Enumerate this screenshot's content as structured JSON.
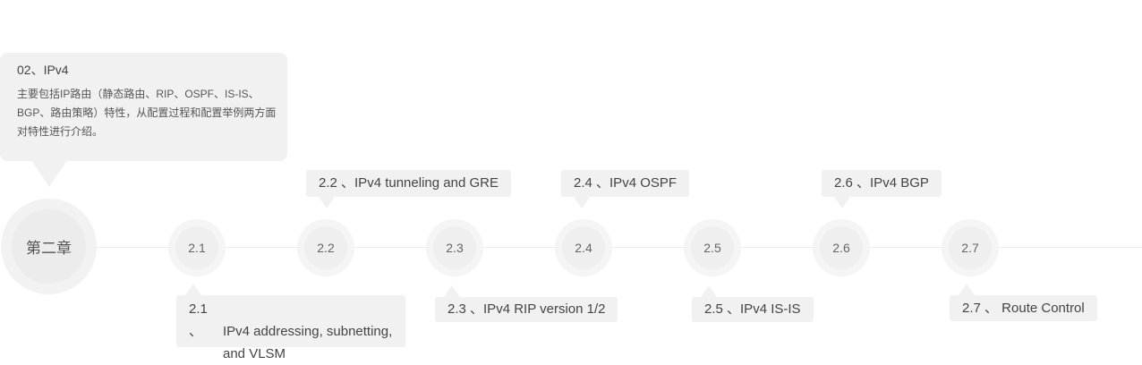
{
  "intro": {
    "title": "02、IPv4",
    "description": "主要包括IP路由（静态路由、RIP、OSPF、IS-IS、BGP、路由策略）特性，从配置过程和配置举例两方面对特性进行介绍。"
  },
  "chapter": {
    "label": "第二章"
  },
  "nodes": [
    {
      "number": "2.1",
      "label_number": "2.1 、",
      "label_line1": "IPv4 addressing, subnetting,",
      "label_line2": "and VLSM"
    },
    {
      "number": "2.2",
      "label": "2.2 、IPv4 tunneling and GRE"
    },
    {
      "number": "2.3",
      "label": "2.3 、IPv4 RIP version 1/2"
    },
    {
      "number": "2.4",
      "label": "2.4 、IPv4 OSPF"
    },
    {
      "number": "2.5",
      "label": "2.5 、IPv4 IS-IS"
    },
    {
      "number": "2.6",
      "label": "2.6 、IPv4 BGP"
    },
    {
      "number": "2.7",
      "label": "2.7 、 Route Control"
    }
  ]
}
